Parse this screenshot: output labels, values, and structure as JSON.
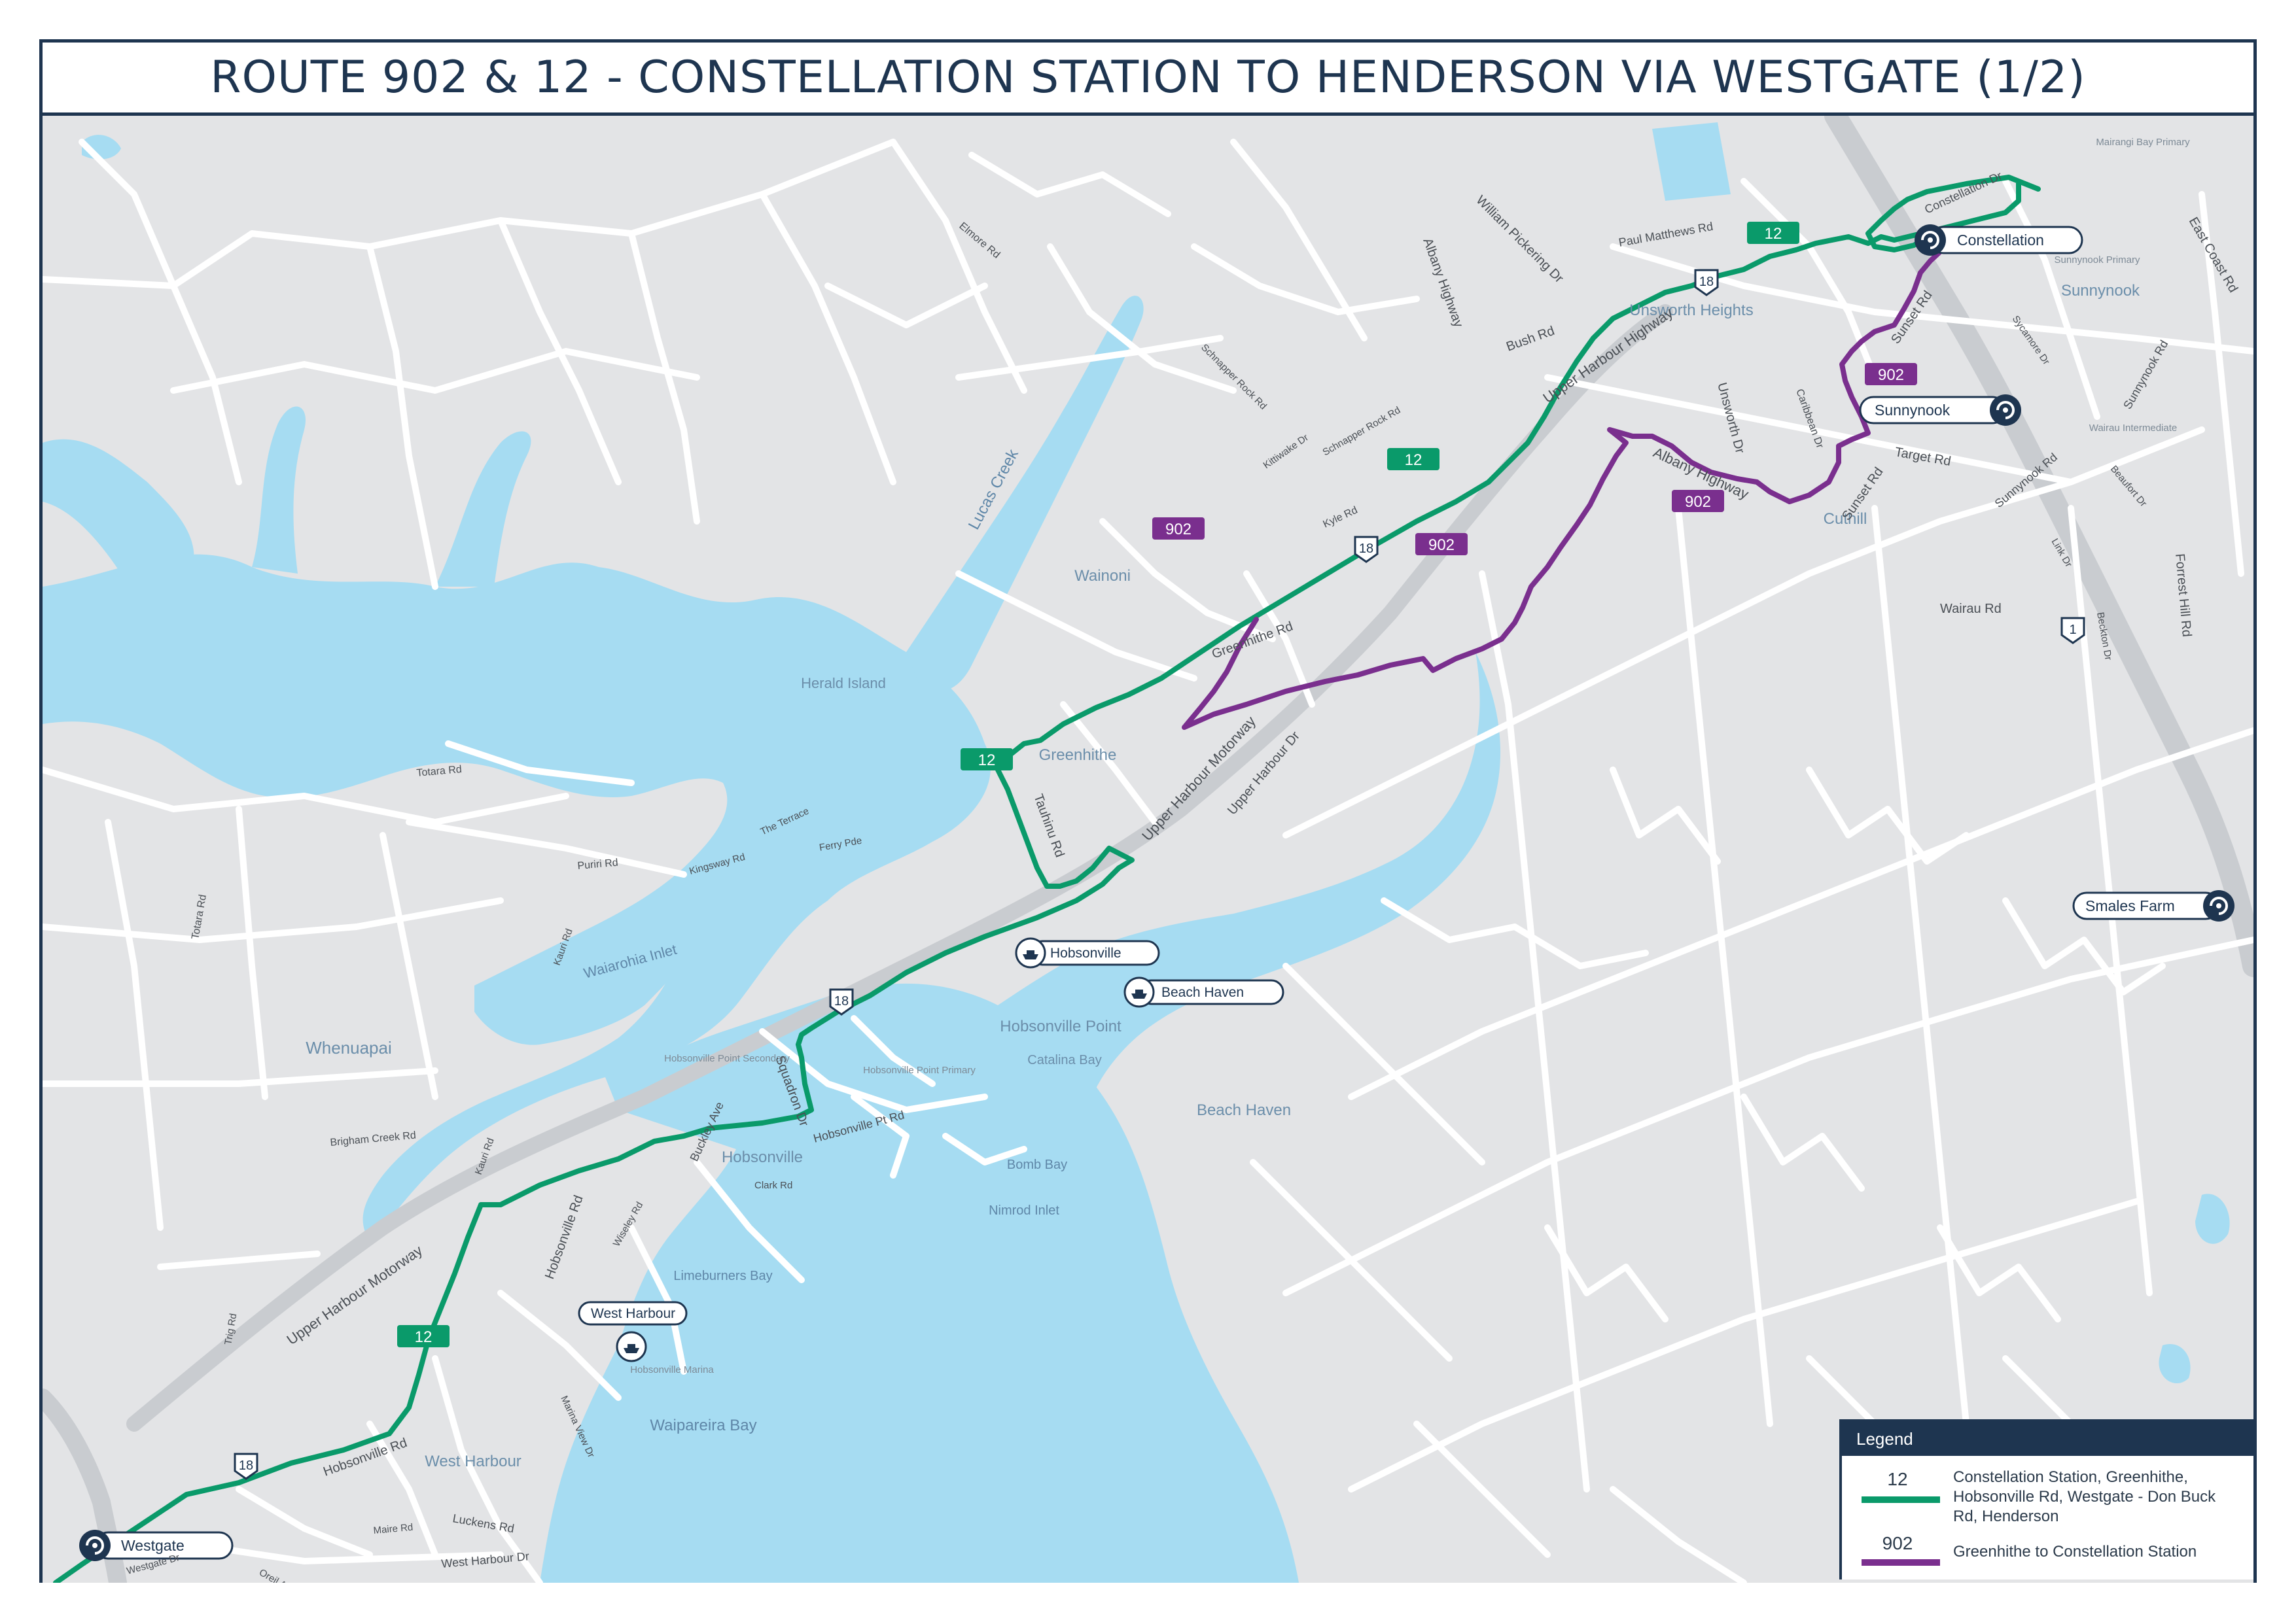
{
  "title": "ROUTE 902 & 12 - CONSTELLATION STATION TO HENDERSON VIA WESTGATE (1/2)",
  "colors": {
    "frame": "#1e3550",
    "land": "#e3e4e6",
    "water": "#a6dcf2",
    "road": "#ffffff",
    "motorway": "#c9ccd0",
    "route_12": "#0a9a6a",
    "route_902": "#7a2f8e"
  },
  "routes": [
    {
      "number": "12",
      "color": "#0a9a6a"
    },
    {
      "number": "902",
      "color": "#7a2f8e"
    }
  ],
  "stations": [
    {
      "id": "constellation",
      "label": "Constellation",
      "icon": "bus-station-icon"
    },
    {
      "id": "sunnynook",
      "label": "Sunnynook",
      "icon": "bus-station-icon"
    },
    {
      "id": "smales_farm",
      "label": "Smales Farm",
      "icon": "bus-station-icon"
    },
    {
      "id": "westgate",
      "label": "Westgate",
      "icon": "bus-station-icon"
    }
  ],
  "ferries": [
    {
      "id": "hobsonville",
      "label": "Hobsonville",
      "icon": "ferry-icon"
    },
    {
      "id": "beach_haven",
      "label": "Beach Haven",
      "icon": "ferry-icon"
    },
    {
      "id": "west_harbour",
      "label": "West Harbour",
      "icon": "ferry-icon"
    }
  ],
  "places": {
    "wainoni": "Wainoni",
    "greenhithe": "Greenhithe",
    "herald_island": "Herald Island",
    "unsworth_heights": "Unsworth Heights",
    "cuthill": "Cuthill",
    "sunnynook": "Sunnynook",
    "whenuapai": "Whenuapai",
    "hobsonville_point": "Hobsonville Point",
    "hobsonville": "Hobsonville",
    "beach_haven": "Beach Haven",
    "west_harbour": "West Harbour",
    "catalina_bay": "Catalina Bay",
    "bomb_bay": "Bomb Bay",
    "nimrod_inlet": "Nimrod Inlet",
    "limeburners_bay": "Limeburners Bay",
    "waipareira_bay": "Waipareira Bay",
    "waiarohia_inlet": "Waiarohia Inlet",
    "lucas_creek": "Lucas Creek",
    "mairangi_bay_primary": "Mairangi Bay Primary",
    "sunnynook_primary": "Sunnynook Primary",
    "wairau_intermediate": "Wairau Intermediate",
    "hobsonville_point_secondary": "Hobsonville Point Secondary",
    "hobsonville_point_primary": "Hobsonville Point Primary",
    "hobsonville_marina": "Hobsonville Marina"
  },
  "roads": {
    "upper_harbour_highway": "Upper Harbour Highway",
    "upper_harbour_motorway": "Upper Harbour Motorway",
    "upper_harbour_motorway_west": "Upper Harbour Motorway",
    "albany_highway": "Albany Highway",
    "albany_highway_north": "Albany Highway",
    "william_pickering_dr": "William Pickering Dr",
    "bush_rd": "Bush Rd",
    "paul_matthews_rd": "Paul Matthews Rd",
    "constellation_dr": "Constellation Dr",
    "unsworth_dr": "Unsworth Dr",
    "caribbean_dr": "Caribbean Dr",
    "sunset_rd": "Sunset Rd",
    "sunset_rd_north": "Sunset Rd",
    "target_rd": "Target Rd",
    "wairau_rd": "Wairau Rd",
    "sunnynook_rd": "Sunnynook Rd",
    "sunnynook_rd_east": "Sunnynook Rd",
    "east_coast_rd": "East Coast Rd",
    "forrest_hill_rd": "Forrest Hill Rd",
    "sycamore_dr": "Sycamore Dr",
    "beckton_dr": "Beckton Dr",
    "link_dr": "Link Dr",
    "beaufort_dr": "Beaufort Dr",
    "greenhithe_rd": "Greenhithe Rd",
    "tauhinu_rd": "Tauhinu Rd",
    "upper_harbour_dr": "Upper Harbour Dr",
    "kyle_rd": "Kyle Rd",
    "kittiwake_dr": "Kittiwake Dr",
    "schnapper_rock_rd": "Schnapper Rock Rd",
    "schnapper_rock_rd2": "Schnapper Rock Rd",
    "elmore_rd": "Elmore Rd",
    "the_terrace": "The Terrace",
    "ferry_pde": "Ferry Pde",
    "totara_rd": "Totara Rd",
    "totara_rd_w": "Totara Rd",
    "puriri_rd": "Puriri Rd",
    "kingsway_rd": "Kingsway Rd",
    "kauri_rd": "Kauri Rd",
    "kauri_rd_s": "Kauri Rd",
    "brigham_creek_rd": "Brigham Creek Rd",
    "squadron_dr": "Squadron Dr",
    "buckley_ave": "Buckley Ave",
    "hobsonville_pt_rd": "Hobsonville Pt Rd",
    "clark_rd": "Clark Rd",
    "wiseley_rd": "Wiseley Rd",
    "hobsonville_rd": "Hobsonville Rd",
    "hobsonville_rd_s": "Hobsonville Rd",
    "trig_rd": "Trig Rd",
    "marina_view_dr": "Marina View Dr",
    "luckens_rd": "Luckens Rd",
    "maire_rd": "Maire Rd",
    "west_harbour_dr": "West Harbour Dr",
    "oreil_ave": "Oreil Ave",
    "westgate_dr": "Westgate Dr"
  },
  "highway_shields": [
    "18",
    "18",
    "18",
    "18",
    "1"
  ],
  "legend": {
    "header": "Legend",
    "items": [
      {
        "number": "12",
        "color": "#0a9a6a",
        "description": "Constellation Station, Greenhithe, Hobsonville Rd, Westgate - Don Buck Rd, Henderson"
      },
      {
        "number": "902",
        "color": "#7a2f8e",
        "description": "Greenhithe to Constellation Station"
      }
    ]
  }
}
